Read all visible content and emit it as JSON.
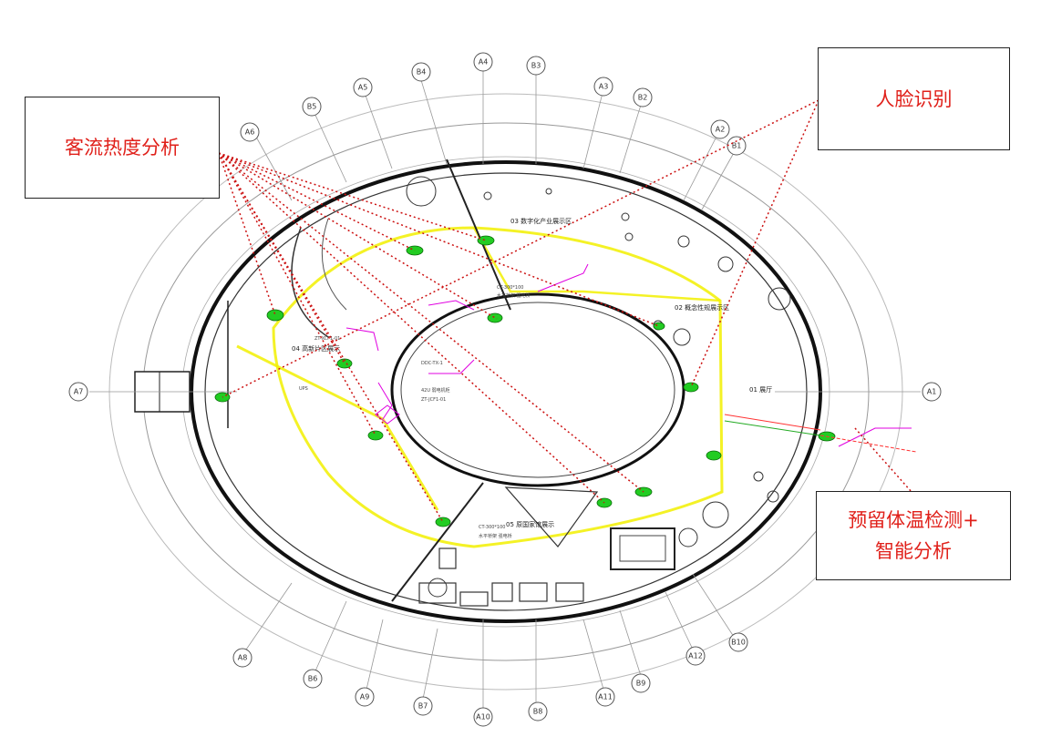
{
  "callouts": {
    "flow_heat": "客流热度分析",
    "face_recognition": "人脸识别",
    "temp_line1": "预留体温检测+",
    "temp_line2": "智能分析"
  },
  "grid_labels": [
    "A1",
    "A2",
    "A3",
    "A4",
    "A5",
    "A6",
    "A7",
    "A8",
    "A9",
    "A10",
    "A11",
    "A12",
    "B1",
    "B2",
    "B3",
    "B4",
    "B5",
    "B6",
    "B7",
    "B8",
    "B9",
    "B10"
  ],
  "rooms": {
    "r01": "01 展厅",
    "r02": "02 概念性规展示区",
    "r03": "03 数字化产业展示区",
    "r04": "04 高新片区展示",
    "r05": "05 原国家馆展示"
  },
  "cable_notes": {
    "n1": "CT-300*100",
    "n2": "水平桥架 强电桥",
    "n3": "UPS",
    "n4": "ZT-JCF1-01",
    "n5": "ZT-XCF1-01",
    "n6": "CT-300*100",
    "n7": "水平桥架 强电桥",
    "n8": "DDC-TX-1",
    "n9": "42U 弱电机柜"
  },
  "colors": {
    "callout_text": "#e0201a",
    "leader_line": "#cc1111",
    "cable_tray": "#f2f000",
    "camera": "#22cc22",
    "annotation": "#e000e0"
  }
}
